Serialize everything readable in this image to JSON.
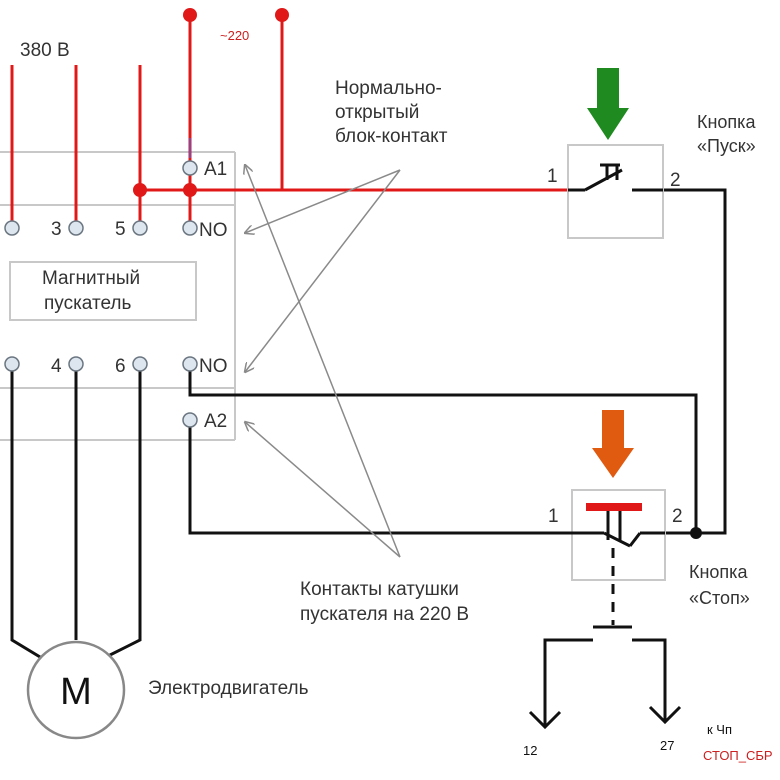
{
  "labels": {
    "voltage_380": "380 В",
    "voltage_220": "~220",
    "term_3": "3",
    "term_5": "5",
    "term_4": "4",
    "term_6": "6",
    "term_a1": "A1",
    "term_a2": "A2",
    "term_no_top": "NO",
    "term_no_bottom": "NO",
    "starter_line1": "Магнитный",
    "starter_line2": "пускатель",
    "no_block_line1": "Нормально-",
    "no_block_line2": "открытый",
    "no_block_line3": "блок-контакт",
    "start_button_line1": "Кнопка",
    "start_button_line2": "«Пуск»",
    "start_pin_1": "1",
    "start_pin_2": "2",
    "stop_button_line1": "Кнопка",
    "stop_button_line2": "«Стоп»",
    "stop_pin_1": "1",
    "stop_pin_2": "2",
    "coil_line1": "Контакты катушки",
    "coil_line2": "пускателя на 220 В",
    "motor_symbol": "M",
    "motor_label": "Электродвигатель",
    "out_12": "12",
    "out_27": "27",
    "vfd_label": "к Чп",
    "vfd_stop": "СТОП_СБР"
  },
  "colors": {
    "phase_wire": "#e01818",
    "control_wire": "#111111",
    "pointer": "#8a8a8a",
    "terminal_fill": "#dde6ee",
    "terminal_stroke": "#6a7580",
    "box_stroke": "#c8c8c8",
    "start_arrow": "#1f8a1f",
    "stop_arrow": "#e05a10",
    "stop_cap": "#e01818"
  }
}
